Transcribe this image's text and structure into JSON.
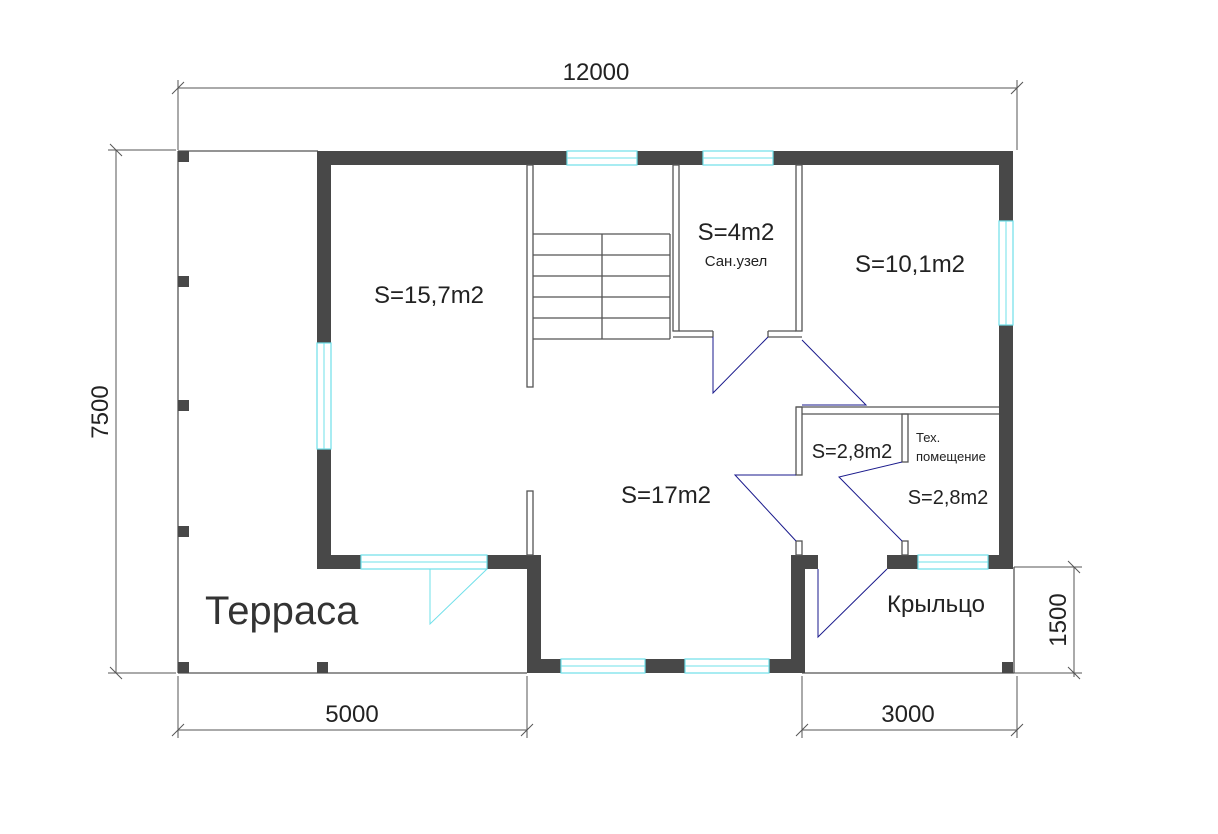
{
  "dimensions": {
    "total_width": "12000",
    "total_depth": "7500",
    "terrace_width": "5000",
    "porch_width": "3000",
    "porch_depth": "1500"
  },
  "rooms": {
    "living_area": "S=15,7m2",
    "bathroom_area": "S=4m2",
    "bathroom_label": "Сан.узел",
    "bedroom_area": "S=10,1m2",
    "hall_area": "S=17m2",
    "storage_area": "S=2,8m2",
    "tech_label_line1": "Тех.",
    "tech_label_line2": "помещение",
    "tech_area": "S=2,8m2"
  },
  "exterior": {
    "terrace_label": "Терраса",
    "porch_label": "Крыльцо"
  },
  "colors": {
    "wall": "#484848",
    "window": "#6fe0ea",
    "door_swing": "#1a1a8c"
  }
}
